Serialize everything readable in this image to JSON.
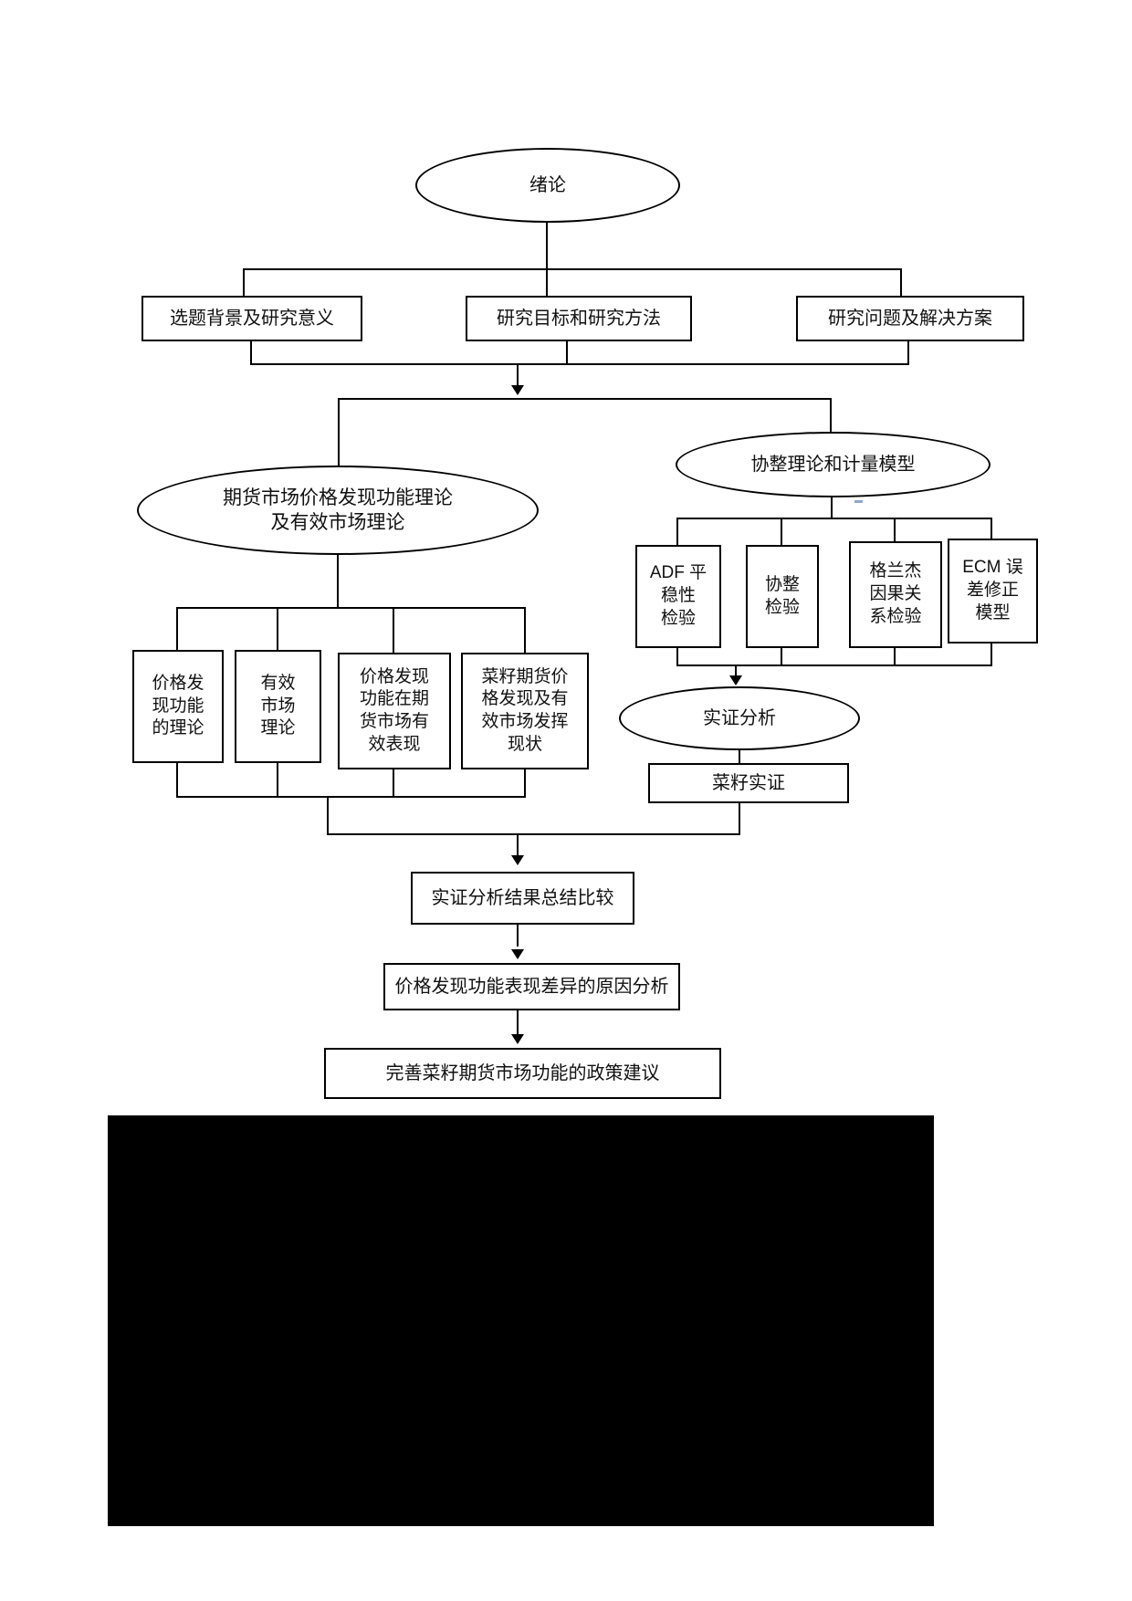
{
  "diagram": {
    "intro_ellipse": "绪论",
    "row1": {
      "background_box": "选题背景及研究意义",
      "methods_box": "研究目标和研究方法",
      "problems_box": "研究问题及解决方案"
    },
    "theory_ellipse": "期货市场价格发现功能理论\n及有效市场理论",
    "model_ellipse": "协整理论和计量模型",
    "theory_boxes": {
      "price_discovery_theory": "价格发\n现功能\n的理论",
      "efficient_market_theory": "有效\n市场\n理论",
      "performance_in_futures": "价格发现\n功能在期\n货市场有\n效表现",
      "rapeseed_status": "菜籽期货价\n格发现及有\n效市场发挥\n现状"
    },
    "model_boxes": {
      "adf_test": "ADF 平\n稳性\n检验",
      "cointegration_test": "协整\n检验",
      "granger_test": "格兰杰\n因果关\n系检验",
      "ecm_model": "ECM 误\n差修正\n模型"
    },
    "empirical_ellipse": "实证分析",
    "empirical_box": "菜籽实证",
    "summary_box": "实证分析结果总结比较",
    "reason_box": "价格发现功能表现差异的原因分析",
    "policy_box": "完善菜籽期货市场功能的政策建议"
  },
  "colors": {
    "line": "#000000",
    "node_border": "#000000",
    "redacted_block": "#000000",
    "stray_mark": "#8fa8d0"
  }
}
